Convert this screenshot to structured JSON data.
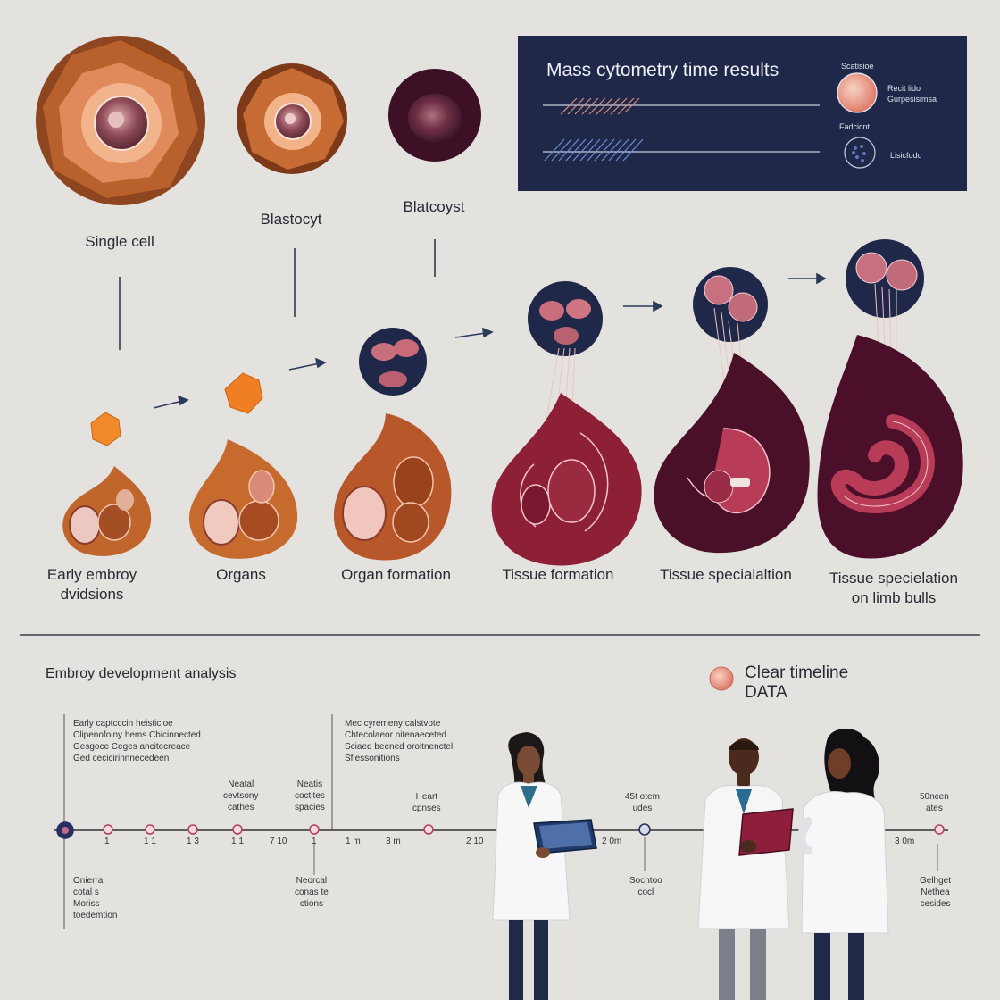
{
  "stages": {
    "single_cell": "Single cell",
    "blastocyst_1": "Blastocyt",
    "blastocyst_2": "Blatcoyst",
    "early_embryo_l1": "Early embroy",
    "early_embryo_l2": "dvidsions",
    "organs": "Organs",
    "organ_formation": "Organ formation",
    "tissue_formation": "Tissue formation",
    "tissue_specialization": "Tissue specialaltion",
    "limb_l1": "Tissue specielation",
    "limb_l2": "on limb bulls"
  },
  "panel": {
    "title": "Mass cytometry time results",
    "legend_top": "Scatisioe",
    "legend_right_l1": "Recit lido",
    "legend_right_l2": "Gurpesisimsa",
    "legend_mid": "Fadcicnt",
    "legend_bottom": "Lisicfodo",
    "colors": {
      "bg": "#1f2848",
      "accent": "#e58a78",
      "blue": "#5c78b8"
    }
  },
  "analysis": {
    "title": "Embroy development analysis",
    "callout_label_l1": "Clear timeline",
    "callout_label_l2": "DATA",
    "note_left": [
      "Early captcccin heisticioe",
      "Clipenofoiny hems Cbicinnected",
      "Gesgoce Ceges ancitecreace",
      "Ged cecicirinnnecedeen"
    ],
    "note_mid": [
      "Mec cyremeny calstvote",
      "Chtecolaeor nitenaeceted",
      "Sciaed beened oroitnenctel",
      "Sfiessonitions"
    ],
    "upper_labels": [
      {
        "l1": "Neatal",
        "l2": "cevtsony",
        "l3": "cathes"
      },
      {
        "l1": "Neatis",
        "l2": "coctites",
        "l3": "spacies"
      },
      {
        "l1": "Heart",
        "l2": "cpnses",
        "l3": ""
      },
      {
        "l1": "45t otem",
        "l2": "udes",
        "l3": ""
      },
      {
        "l1": "50ncen",
        "l2": "ates",
        "l3": ""
      }
    ],
    "tick_labels": [
      "1",
      "1 1",
      "1 3",
      "1 1",
      "7 10",
      "1",
      "1 m",
      "3 m",
      "2 10",
      "2 0m",
      "3 0m"
    ],
    "lower_labels": [
      {
        "l1": "Onierral",
        "l2": "cotal s",
        "l3": "Moriss",
        "l4": "toedemtion"
      },
      {
        "l1": "Neorcal",
        "l2": "conas te",
        "l3": "ctions",
        "l4": ""
      },
      {
        "l1": "Sochtoo",
        "l2": "cocl",
        "l3": "",
        "l4": ""
      },
      {
        "l1": "Gelhget",
        "l2": "Nethea",
        "l3": "cesides",
        "l4": ""
      }
    ]
  }
}
